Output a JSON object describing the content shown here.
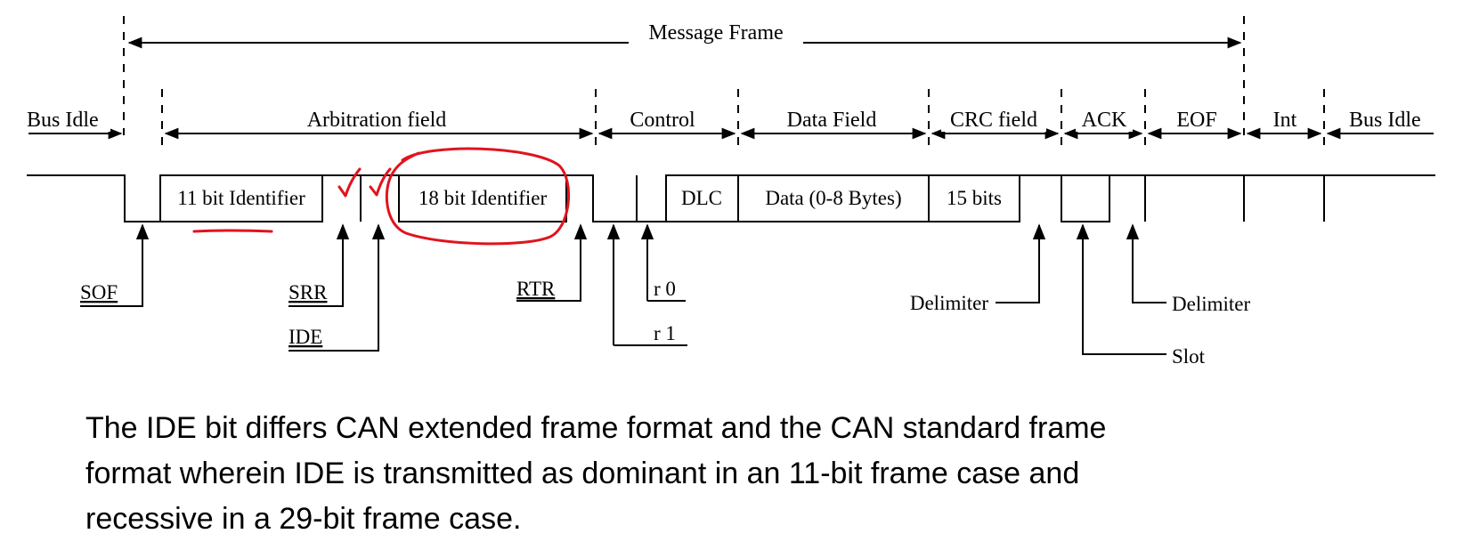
{
  "frame": {
    "message_frame": "Message Frame",
    "bus_idle_left": "Bus Idle",
    "bus_idle_right": "Bus Idle"
  },
  "fields": {
    "arbitration": "Arbitration field",
    "control": "Control",
    "data": "Data Field",
    "crc": "CRC field",
    "ack": "ACK",
    "eof": "EOF",
    "int": "Int"
  },
  "boxes": {
    "id11": "11 bit Identifier",
    "id18": "18 bit Identifier",
    "dlc": "DLC",
    "data": "Data (0-8 Bytes)",
    "crc": "15 bits"
  },
  "bits": {
    "sof": "SOF",
    "srr": "SRR",
    "ide": "IDE",
    "rtr": "RTR",
    "r0": "r 0",
    "r1": "r 1",
    "crc_delimiter": "Delimiter",
    "ack_delimiter": "Delimiter",
    "slot": "Slot"
  },
  "annotations": {
    "ink_color": "#e0141e"
  },
  "caption": {
    "line1": "The IDE bit differs CAN extended frame format and the CAN standard frame",
    "line2": "format wherein IDE is transmitted as dominant in an 11-bit frame case and",
    "line3": "recessive in a 29-bit frame case."
  }
}
